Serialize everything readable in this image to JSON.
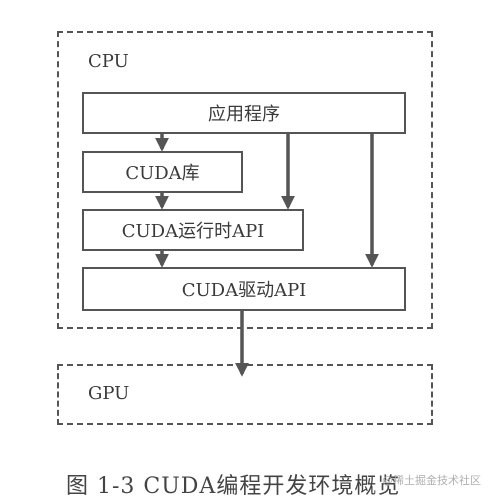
{
  "regions": {
    "cpu": {
      "label": "CPU"
    },
    "gpu": {
      "label": "GPU"
    }
  },
  "boxes": {
    "application": "应用程序",
    "cuda_library": "CUDA库",
    "cuda_runtime_api": "CUDA运行时API",
    "cuda_driver_api": "CUDA驱动API"
  },
  "caption": "图 1-3  CUDA编程开发环境概览",
  "watermark": "@稀土掘金技术社区",
  "colors": {
    "line": "#555555",
    "text": "#3a3a3a",
    "watermark": "#b0b0b0"
  }
}
